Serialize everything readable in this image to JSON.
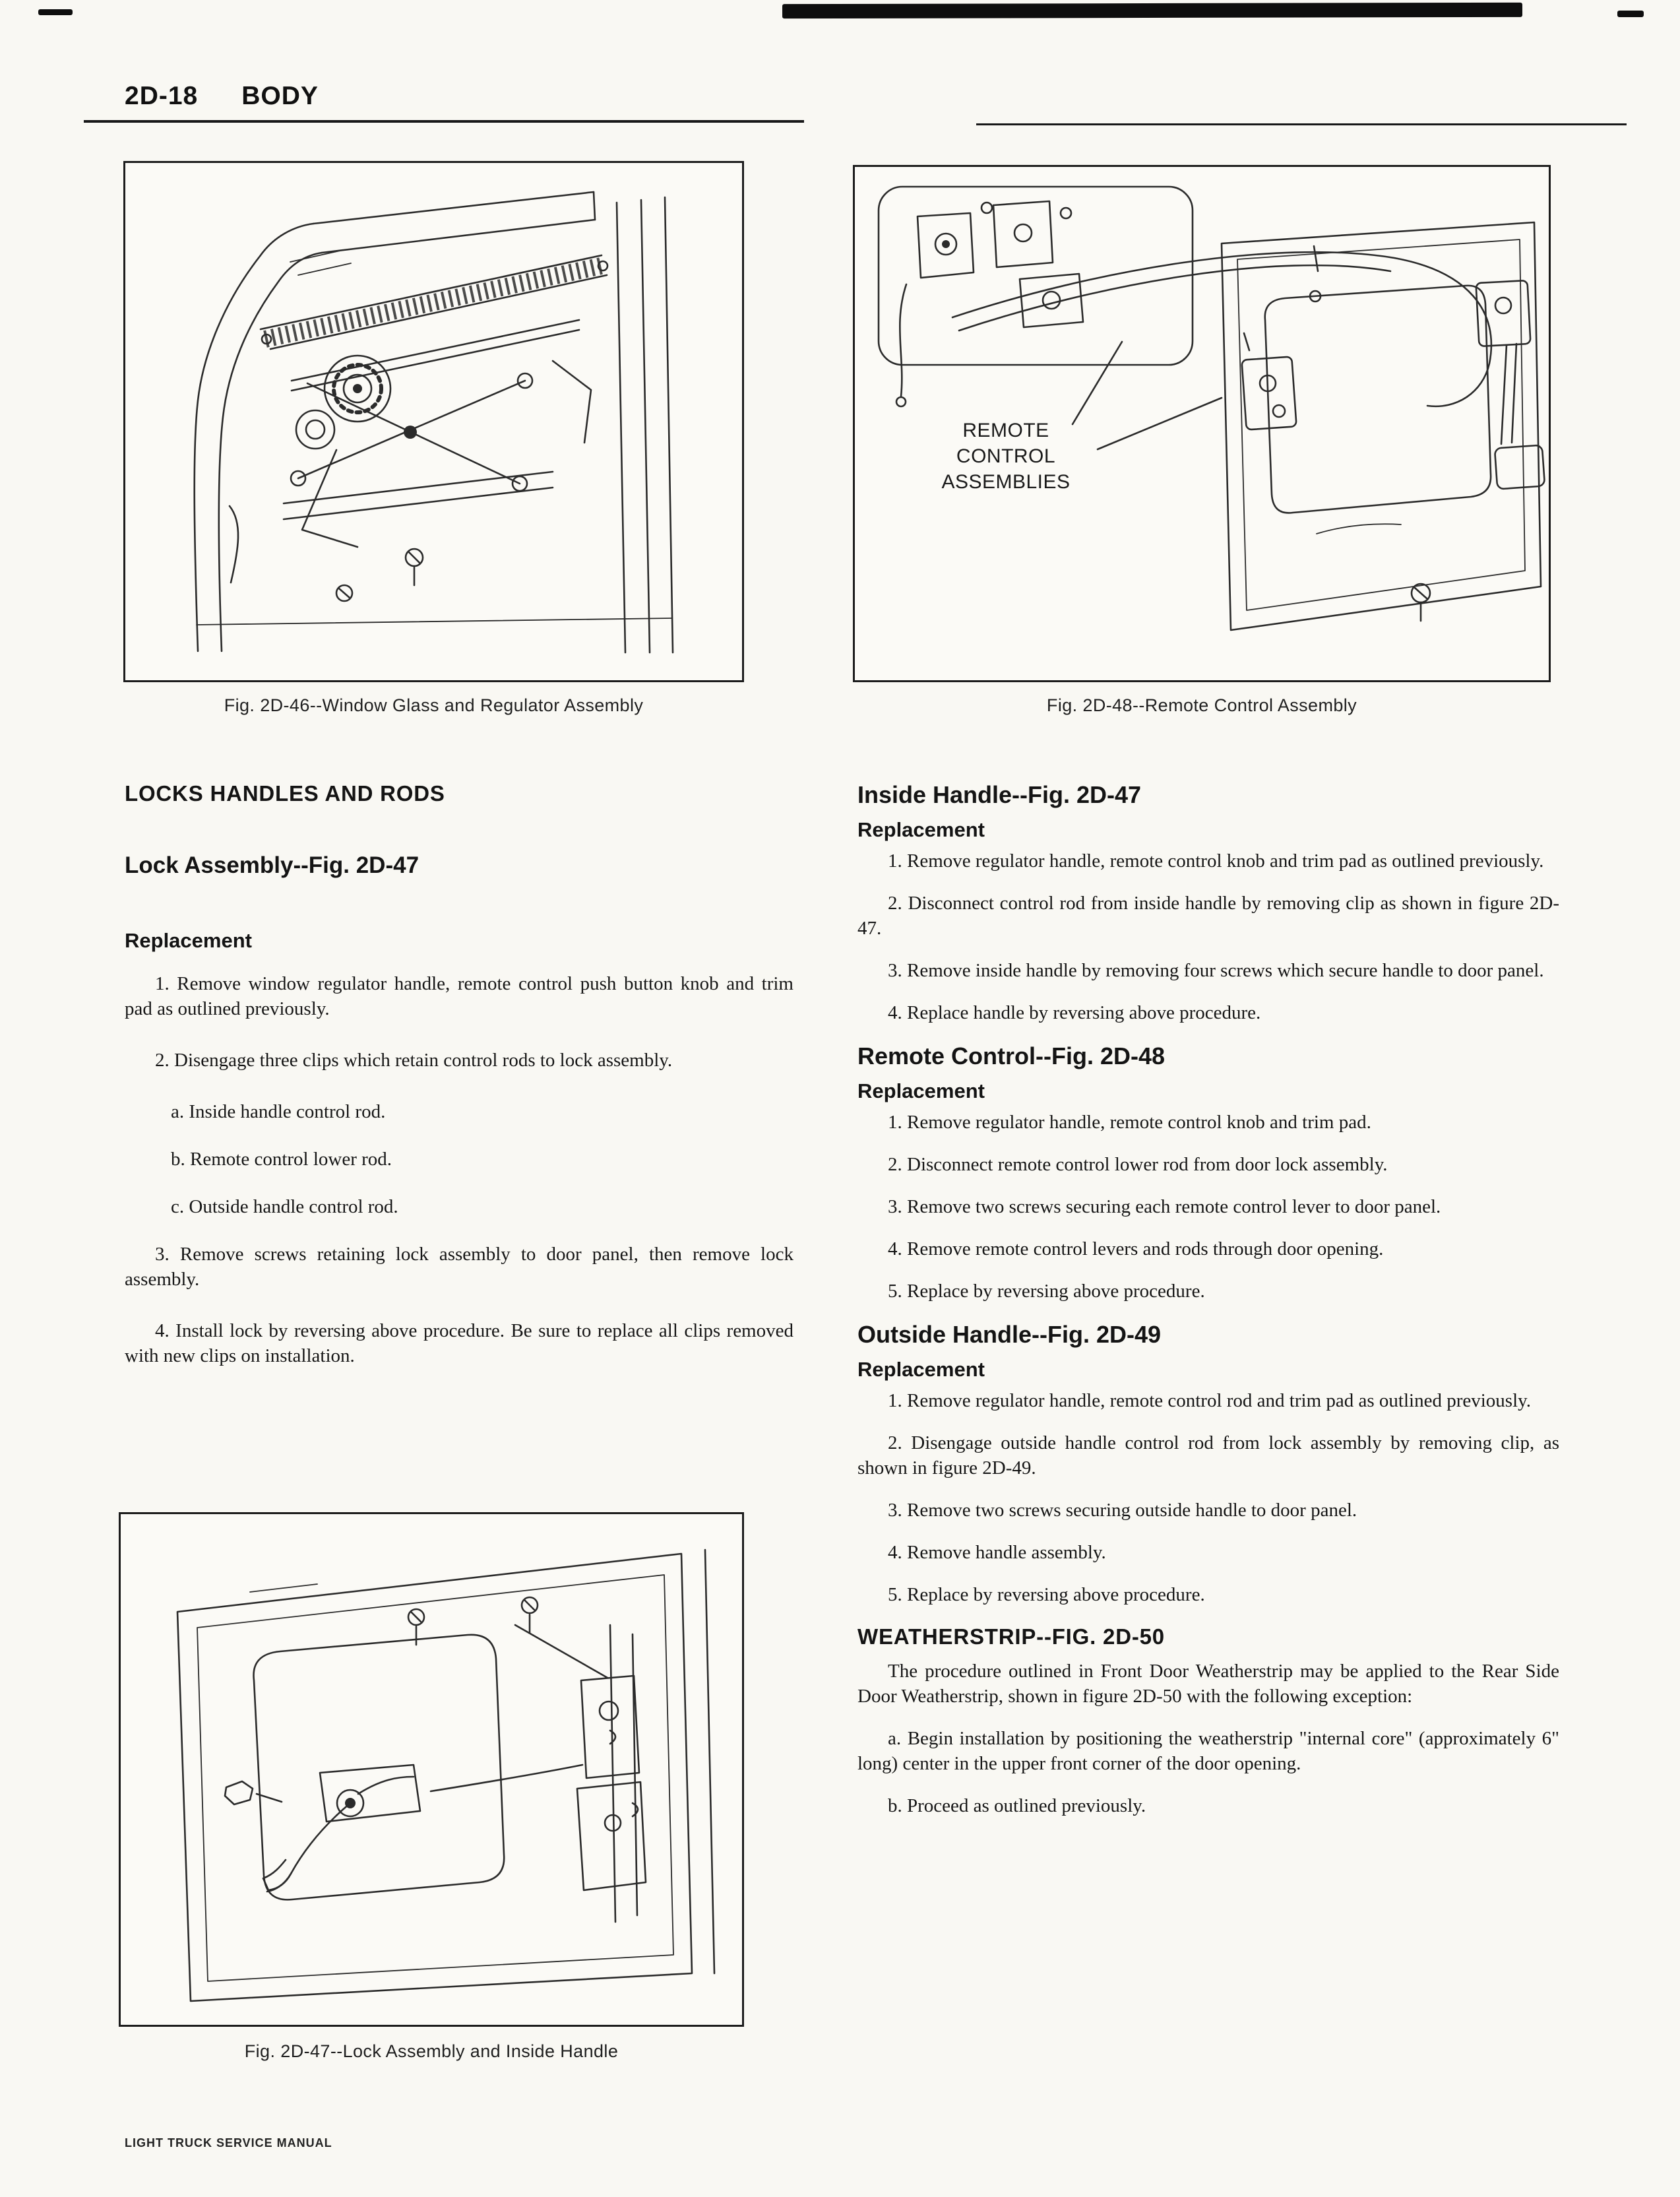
{
  "page": {
    "number": "2D-18",
    "section": "BODY",
    "footer": "LIGHT TRUCK SERVICE MANUAL"
  },
  "figures": {
    "window_regulator": {
      "caption": "Fig. 2D-46--Window Glass and Regulator Assembly"
    },
    "remote_control": {
      "caption": "Fig. 2D-48--Remote Control Assembly",
      "callout": "REMOTE\nCONTROL\nASSEMBLIES"
    },
    "lock_assembly": {
      "caption": "Fig. 2D-47--Lock Assembly and Inside Handle"
    }
  },
  "left_column": {
    "section_heading": "LOCKS HANDLES AND RODS",
    "lock_assembly": {
      "heading": "Lock Assembly--Fig. 2D-47",
      "subheading": "Replacement",
      "steps": [
        "1. Remove window regulator handle, remote control push button knob and trim pad as outlined previously.",
        "2. Disengage three clips which retain control rods to lock assembly."
      ],
      "sub_steps": [
        "a. Inside handle control rod.",
        "b. Remote control lower rod.",
        "c. Outside handle control rod."
      ],
      "closing_steps": [
        "3. Remove screws retaining lock assembly to door panel, then remove lock assembly.",
        "4. Install lock by reversing above procedure. Be sure to replace all clips removed with new clips on installation."
      ]
    }
  },
  "right_column": {
    "inside_handle": {
      "heading": "Inside Handle--Fig. 2D-47",
      "subheading": "Replacement",
      "steps": [
        "1. Remove regulator handle, remote control knob and trim pad as outlined previously.",
        "2. Disconnect control rod from inside handle by removing clip as shown in figure 2D-47.",
        "3. Remove inside handle by removing four screws which secure handle to door panel.",
        "4. Replace handle by reversing above procedure."
      ]
    },
    "remote_control": {
      "heading": "Remote Control--Fig. 2D-48",
      "subheading": "Replacement",
      "steps": [
        "1. Remove regulator handle, remote control knob and trim pad.",
        "2. Disconnect remote control lower rod from door lock assembly.",
        "3. Remove two screws securing each remote control lever to door panel.",
        "4. Remove remote control levers and rods through door opening.",
        "5. Replace by reversing above procedure."
      ]
    },
    "outside_handle": {
      "heading": "Outside Handle--Fig. 2D-49",
      "subheading": "Replacement",
      "steps": [
        "1. Remove regulator handle, remote control rod and trim pad as outlined previously.",
        "2. Disengage outside handle control rod from lock assembly by removing clip, as shown in figure 2D-49.",
        "3. Remove two screws securing outside handle to door panel.",
        "4. Remove handle assembly.",
        "5. Replace by reversing above procedure."
      ]
    },
    "weatherstrip": {
      "heading": "WEATHERSTRIP--FIG. 2D-50",
      "intro": "The procedure outlined in Front Door Weatherstrip may be applied to the Rear Side Door Weatherstrip, shown in figure 2D-50 with the following exception:",
      "steps": [
        "a. Begin installation by positioning the weatherstrip \"internal core\" (approximately 6\" long) center in the upper front corner of the door opening.",
        "b. Proceed as outlined previously."
      ]
    }
  }
}
